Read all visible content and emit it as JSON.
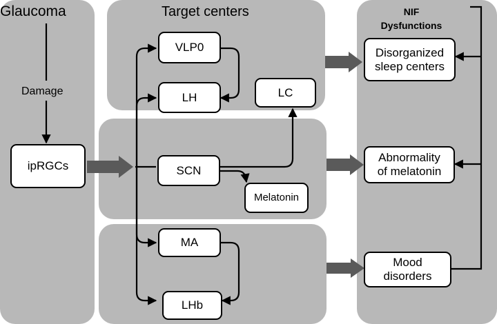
{
  "colors": {
    "panel_fill": "#b8b8b8",
    "box_fill": "#ffffff",
    "line": "#000000",
    "block_arrow": "#5a5a5a"
  },
  "panels": {
    "glaucoma": {
      "title": "Glaucoma"
    },
    "target_centers": {
      "title": "Target centers"
    },
    "nif": {
      "title_line1": "NIF",
      "title_line2": "Dysfunctions"
    }
  },
  "edge_labels": {
    "damage": "Damage"
  },
  "nodes": {
    "iprgcs": "ipRGCs",
    "vlpo": "VLP0",
    "lh": "LH",
    "lc": "LC",
    "scn": "SCN",
    "melatonin": "Melatonin",
    "ma": "MA",
    "lhb": "LHb"
  },
  "outcomes": {
    "sleep": {
      "line1": "Disorganized",
      "line2": "sleep centers"
    },
    "melatonin": {
      "line1": "Abnormality",
      "line2": "of melatonin"
    },
    "mood": {
      "line1": "Mood",
      "line2": "disorders"
    }
  }
}
